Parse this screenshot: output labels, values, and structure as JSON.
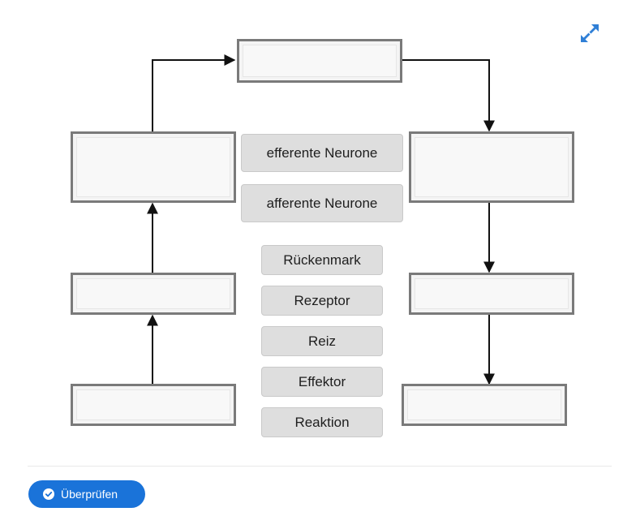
{
  "icons": {
    "expand": "expand-arrows-icon",
    "check": "check-circle-icon"
  },
  "colors": {
    "accent": "#1a73d9",
    "box_border": "#7a7a7a",
    "chip_bg": "#dedede"
  },
  "dropzones": [
    {
      "id": "top",
      "value": ""
    },
    {
      "id": "left-upper",
      "value": ""
    },
    {
      "id": "left-middle",
      "value": ""
    },
    {
      "id": "left-lower",
      "value": ""
    },
    {
      "id": "right-upper",
      "value": ""
    },
    {
      "id": "right-middle",
      "value": ""
    },
    {
      "id": "right-lower",
      "value": ""
    }
  ],
  "draggables": [
    "efferente Neurone",
    "afferente Neurone",
    "Rückenmark",
    "Rezeptor",
    "Reiz",
    "Effektor",
    "Reaktion"
  ],
  "check_button": {
    "label": "Überprüfen"
  }
}
